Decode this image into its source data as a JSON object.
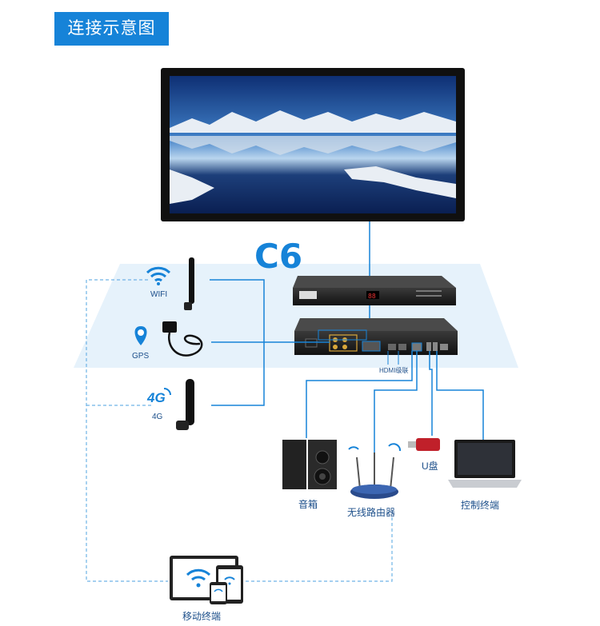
{
  "title": "连接示意图",
  "model_name": "C6",
  "labels": {
    "wifi": "WIFI",
    "gps": "GPS",
    "lte": "4G",
    "hdmi_cascade": "HDMI级联",
    "speaker": "音箱",
    "router": "无线路由器",
    "usb_drive": "U盘",
    "control_terminal": "控制终端",
    "mobile_terminal": "移动终端"
  },
  "device_front_display": "88",
  "colors": {
    "title_bg": "#1683d8",
    "accent": "#1683d8",
    "label_text": "#1b4e8a",
    "dashed_line": "#6fb3e6",
    "platform": "#e6f2fb"
  }
}
